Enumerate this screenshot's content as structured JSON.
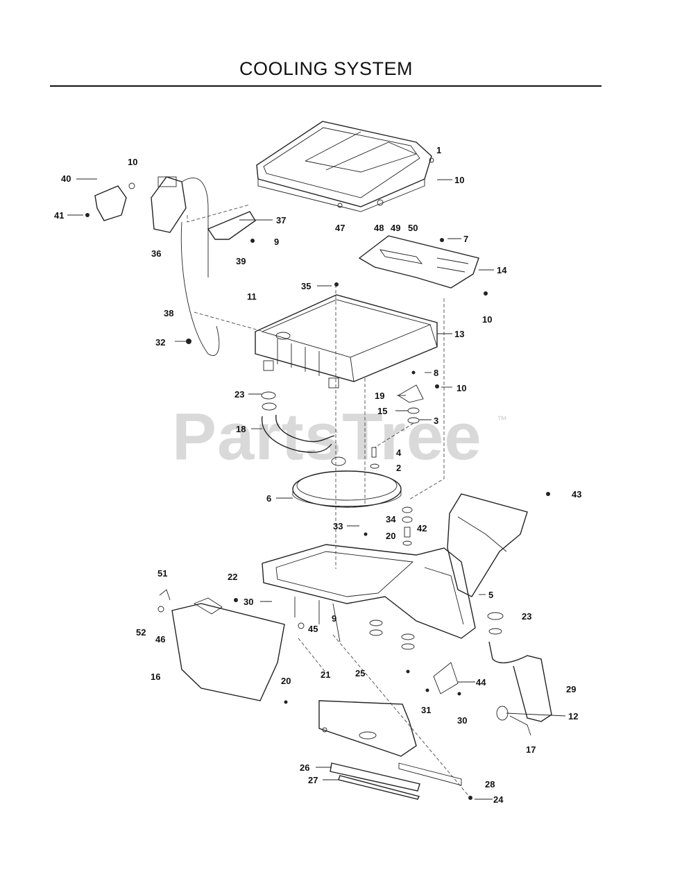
{
  "title": "COOLING SYSTEM",
  "watermark": "PartsTree",
  "watermark_mark": "™",
  "callouts": [
    {
      "id": "c1",
      "text": "1"
    },
    {
      "id": "c10a",
      "text": "10"
    },
    {
      "id": "c10b",
      "text": "10"
    },
    {
      "id": "c40",
      "text": "40"
    },
    {
      "id": "c41",
      "text": "41"
    },
    {
      "id": "c37",
      "text": "37"
    },
    {
      "id": "c9a",
      "text": "9"
    },
    {
      "id": "c36",
      "text": "36"
    },
    {
      "id": "c39",
      "text": "39"
    },
    {
      "id": "c47",
      "text": "47"
    },
    {
      "id": "c48",
      "text": "48"
    },
    {
      "id": "c49",
      "text": "49"
    },
    {
      "id": "c50",
      "text": "50"
    },
    {
      "id": "c7",
      "text": "7"
    },
    {
      "id": "c14",
      "text": "14"
    },
    {
      "id": "c35",
      "text": "35"
    },
    {
      "id": "c11",
      "text": "11"
    },
    {
      "id": "c10c",
      "text": "10"
    },
    {
      "id": "c38",
      "text": "38"
    },
    {
      "id": "c13",
      "text": "13"
    },
    {
      "id": "c32",
      "text": "32"
    },
    {
      "id": "c8",
      "text": "8"
    },
    {
      "id": "c10d",
      "text": "10"
    },
    {
      "id": "c23a",
      "text": "23"
    },
    {
      "id": "c19",
      "text": "19"
    },
    {
      "id": "c15",
      "text": "15"
    },
    {
      "id": "c3",
      "text": "3"
    },
    {
      "id": "c18",
      "text": "18"
    },
    {
      "id": "c4",
      "text": "4"
    },
    {
      "id": "c2",
      "text": "2"
    },
    {
      "id": "c43",
      "text": "43"
    },
    {
      "id": "c6",
      "text": "6"
    },
    {
      "id": "c34",
      "text": "34"
    },
    {
      "id": "c33",
      "text": "33"
    },
    {
      "id": "c42",
      "text": "42"
    },
    {
      "id": "c20a",
      "text": "20"
    },
    {
      "id": "c51",
      "text": "51"
    },
    {
      "id": "c22",
      "text": "22"
    },
    {
      "id": "c5",
      "text": "5"
    },
    {
      "id": "c30a",
      "text": "30"
    },
    {
      "id": "c23b",
      "text": "23"
    },
    {
      "id": "c9b",
      "text": "9"
    },
    {
      "id": "c45",
      "text": "45"
    },
    {
      "id": "c52",
      "text": "52"
    },
    {
      "id": "c46",
      "text": "46"
    },
    {
      "id": "c16",
      "text": "16"
    },
    {
      "id": "c21",
      "text": "21"
    },
    {
      "id": "c25",
      "text": "25"
    },
    {
      "id": "c20b",
      "text": "20"
    },
    {
      "id": "c44",
      "text": "44"
    },
    {
      "id": "c29",
      "text": "29"
    },
    {
      "id": "c31",
      "text": "31"
    },
    {
      "id": "c30b",
      "text": "30"
    },
    {
      "id": "c12",
      "text": "12"
    },
    {
      "id": "c17",
      "text": "17"
    },
    {
      "id": "c26",
      "text": "26"
    },
    {
      "id": "c27",
      "text": "27"
    },
    {
      "id": "c28",
      "text": "28"
    },
    {
      "id": "c24",
      "text": "24"
    }
  ]
}
